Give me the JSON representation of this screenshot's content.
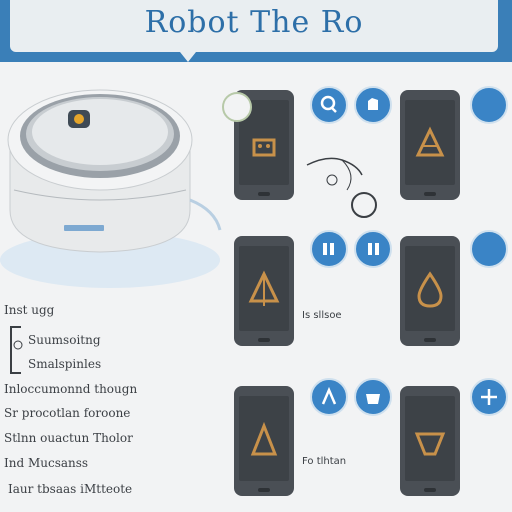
{
  "banner": {
    "title": "Robot The Ro"
  },
  "device": {
    "label": "robot-vacuum"
  },
  "captions": [
    "Inst ugg",
    "Suumsoitng",
    "Smalspinles",
    "Inloccumonnd thougn",
    "Sr procotlan foroone",
    "Stlnn ouactun Tholor",
    "Ind Mucsanss",
    "Iaur tbsaas iMtteote"
  ],
  "phone_captions": [
    "Is sllsoe",
    "Fo tlhtan"
  ],
  "colors": {
    "accent": "#3a84c6",
    "banner": "#3a7fb8",
    "phone": "#4a4f55",
    "glyph": "#c8914a"
  }
}
